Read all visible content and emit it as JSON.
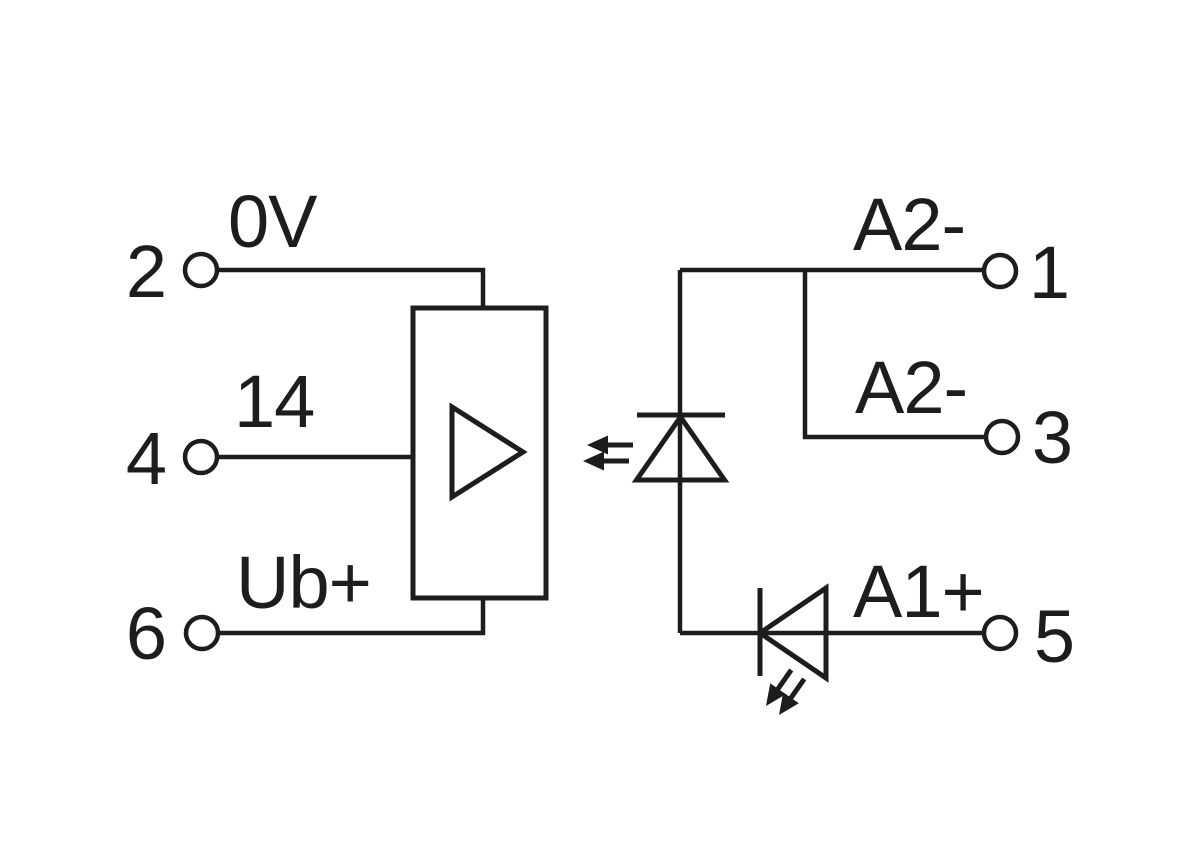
{
  "colors": {
    "line": "#1d1d1b",
    "background": "#ffffff"
  },
  "left_terminals": [
    {
      "number": "2",
      "label": "0V"
    },
    {
      "number": "4",
      "label": "14"
    },
    {
      "number": "6",
      "label": "Ub+"
    }
  ],
  "right_terminals": [
    {
      "number": "1",
      "label": "A2-"
    },
    {
      "number": "3",
      "label": "A2-"
    },
    {
      "number": "5",
      "label": "A1+"
    }
  ],
  "icons": {
    "amplifier": "right-pointing-triangle-in-box",
    "optocoupler_diode": "diode-pointing-up-with-cathode-bar",
    "optocoupler_light": "two-arrows-pointing-left",
    "indicator_led": "diode-pointing-left-with-cathode-bar",
    "indicator_light": "two-arrows-pointing-down-left"
  }
}
